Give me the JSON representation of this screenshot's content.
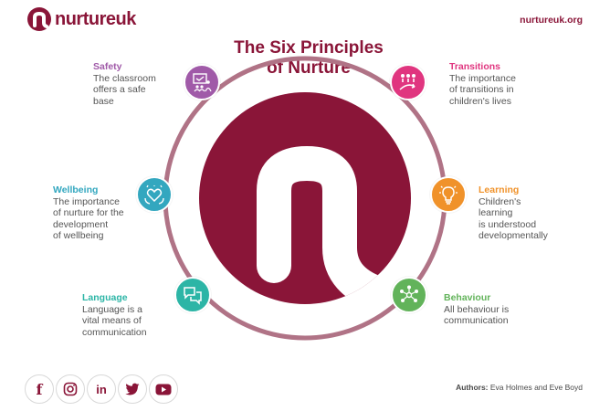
{
  "brand": {
    "name": "nurtureuk",
    "url": "nurtureuk.org",
    "color": "#8a1538"
  },
  "title_line1": "The Six Principles",
  "title_line2": "of Nurture",
  "principles": [
    {
      "title": "Safety",
      "lines": [
        "The classroom",
        "offers a safe",
        "base"
      ],
      "color": "#a05aa8",
      "icon": "classroom-icon"
    },
    {
      "title": "Transitions",
      "lines": [
        "The importance",
        "of transitions in",
        "children's lives"
      ],
      "color": "#e0357f",
      "icon": "transitions-icon"
    },
    {
      "title": "Wellbeing",
      "lines": [
        "The importance",
        "of nurture for the",
        "development",
        "of wellbeing"
      ],
      "color": "#33a7bf",
      "icon": "wellbeing-icon"
    },
    {
      "title": "Learning",
      "lines": [
        "Children's",
        "learning",
        "is understood",
        "developmentally"
      ],
      "color": "#f0922a",
      "icon": "lightbulb-icon"
    },
    {
      "title": "Language",
      "lines": [
        "Language is a",
        "vital means of",
        "communication"
      ],
      "color": "#2cb5a6",
      "icon": "speech-bubbles-icon"
    },
    {
      "title": "Behaviour",
      "lines": [
        "All behaviour is",
        "communication"
      ],
      "color": "#62b35a",
      "icon": "behaviour-network-icon"
    }
  ],
  "social": [
    {
      "name": "facebook-icon",
      "glyph": "f"
    },
    {
      "name": "instagram-icon",
      "glyph": ""
    },
    {
      "name": "linkedin-icon",
      "glyph": "in"
    },
    {
      "name": "twitter-icon",
      "glyph": ""
    },
    {
      "name": "youtube-icon",
      "glyph": ""
    }
  ],
  "authors_label": "Authors:",
  "authors_names": "Eva Holmes and Eve Boyd"
}
